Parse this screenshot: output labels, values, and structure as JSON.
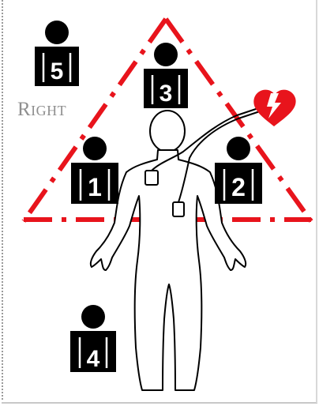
{
  "side_label": "Right",
  "people": [
    {
      "id": "1",
      "number": "1"
    },
    {
      "id": "2",
      "number": "2"
    },
    {
      "id": "3",
      "number": "3"
    },
    {
      "id": "4",
      "number": "4"
    },
    {
      "id": "5",
      "number": "5"
    }
  ],
  "colors": {
    "triangle": "#e8141c",
    "heart": "#e8141c",
    "person": "#000000",
    "outline": "#000000"
  },
  "icons": {
    "defibrillator": "heart-lightning-icon",
    "person": "person-silhouette-icon"
  }
}
